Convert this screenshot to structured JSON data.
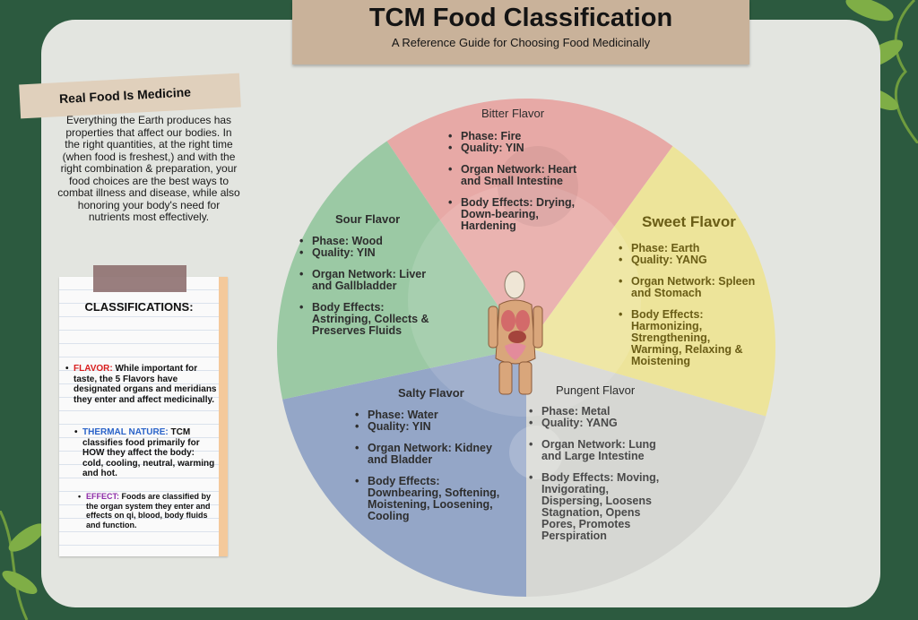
{
  "header": {
    "title": "TCM Food Classification",
    "subtitle": "A Reference Guide for Choosing Food Medicinally"
  },
  "intro": {
    "heading": "Real Food Is Medicine",
    "body": "Everything the Earth produces has properties that affect our bodies. In the right quantities, at the right time (when food is freshest,) and with the right combination & preparation, your food choices are the best ways to combat illness and disease, while also honoring your body's need for nutrients most effectively."
  },
  "classifications": {
    "heading": "CLASSIFICATIONS:",
    "items": [
      {
        "key": "FLAVOR:",
        "text": "While important for taste, the 5 Flavors have designated organs and meridians they enter and affect medicinally."
      },
      {
        "key": "THERMAL NATURE:",
        "text": "TCM classifies food primarily for HOW they affect the body: cold, cooling, neutral, warming and hot."
      },
      {
        "key": "EFFECT:",
        "text": "Foods are classified by the organ system they enter and effects on qi, blood, body fluids and function."
      }
    ]
  },
  "flavors": {
    "bitter": {
      "name": "Bitter Flavor",
      "lines": [
        "Phase: Fire",
        "Quality: YIN",
        "",
        "Organ Network: Heart",
        "and Small Intestine",
        "",
        "Body Effects: Drying,",
        "Down-bearing,",
        "Hardening"
      ]
    },
    "sweet": {
      "name": "Sweet Flavor",
      "lines": [
        "Phase: Earth",
        "Quality: YANG",
        "",
        "Organ Network: Spleen",
        "and Stomach",
        "",
        "Body Effects:",
        "Harmonizing,",
        "Strengthening,",
        "Warming, Relaxing &",
        "Moistening"
      ]
    },
    "sour": {
      "name": "Sour Flavor",
      "lines": [
        "Phase: Wood",
        "Quality: YIN",
        "",
        "Organ Network: Liver",
        "and Gallbladder",
        "",
        "Body Effects:",
        "Astringing, Collects &",
        "Preserves Fluids"
      ]
    },
    "salty": {
      "name": "Salty Flavor",
      "lines": [
        "Phase: Water",
        "Quality: YIN",
        "",
        "Organ Network: Kidney",
        "and Bladder",
        "",
        "Body Effects:",
        "Downbearing, Softening,",
        "Moistening, Loosening,",
        "Cooling"
      ]
    },
    "pungent": {
      "name": "Pungent Flavor",
      "lines": [
        "Phase: Metal",
        "Quality: YANG",
        "",
        "Organ Network: Lung",
        "and Large Intestine",
        "",
        "Body Effects: Moving,",
        "Invigorating,",
        "Dispersing, Loosens",
        "Stagnation, Opens",
        "Pores, Promotes",
        "Perspiration"
      ]
    }
  },
  "colors": {
    "background": "#2c5a3f",
    "bitter": "#e7a9a6",
    "sweet": "#ede49a",
    "sour": "#9bc9a4",
    "salty": "#94a6c7",
    "pungent": "#d6d7d3"
  },
  "icons": [
    "leaf-icon",
    "human-anatomy-icon",
    "tape-strip"
  ]
}
